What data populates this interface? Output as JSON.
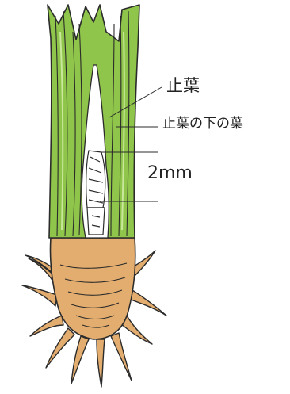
{
  "labels": {
    "flag_leaf": "止葉",
    "leaf_below_flag": "止葉の下の葉",
    "length": "2mm"
  },
  "colors": {
    "leaf_green": "#8fc54a",
    "leaf_green_dark": "#5f9a2a",
    "root_tan": "#e3ad6f",
    "root_tan_dark": "#c98a4e",
    "outline": "#2b2b2b",
    "panicle": "#ffffff"
  }
}
